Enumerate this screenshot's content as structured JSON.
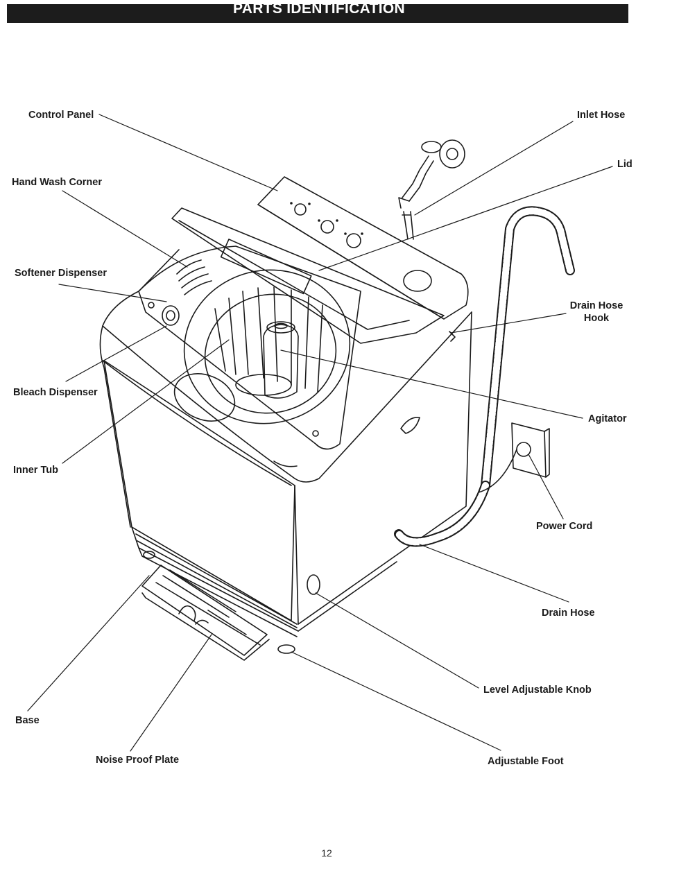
{
  "title": "PARTS IDENTIFICATION",
  "page_number": "12",
  "labels": {
    "control_panel": "Control Panel",
    "hand_wash_corner": "Hand Wash Corner",
    "softener_dispenser": "Softener Dispenser",
    "bleach_dispenser": "Bleach Dispenser",
    "inner_tub": "Inner Tub",
    "base": "Base",
    "noise_proof_plate": "Noise Proof Plate",
    "inlet_hose": "Inlet Hose",
    "lid": "Lid",
    "drain_hose_hook_1": "Drain Hose",
    "drain_hose_hook_2": "Hook",
    "agitator": "Agitator",
    "power_cord": "Power Cord",
    "drain_hose": "Drain Hose",
    "level_adjustable_knob": "Level Adjustable Knob",
    "adjustable_foot": "Adjustable Foot"
  },
  "colors": {
    "title_bar": "#1c1c1c",
    "title_text": "#ffffff",
    "line": "#1a1a1a"
  }
}
